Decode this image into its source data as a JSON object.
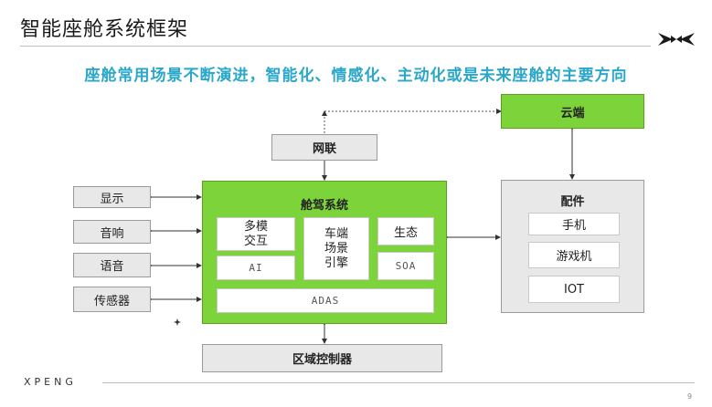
{
  "header": {
    "title": "智能座舱系统框架",
    "subtitle": "座舱常用场景不断演进，智能化、情感化、主动化或是未来座舱的主要方向"
  },
  "diagram": {
    "cloud": "云端",
    "network": "网联",
    "cockpit": {
      "title": "舱驾系统",
      "multimodal": "多模\n交互",
      "ai": "AI",
      "scene_engine": "车端\n场景\n引擎",
      "ecosystem": "生态",
      "soa": "SOA",
      "adas": "ADAS"
    },
    "left_modules": [
      "显示",
      "音响",
      "语音",
      "传感器"
    ],
    "accessories": {
      "title": "配件",
      "items": [
        "手机",
        "游戏机",
        "IOT"
      ]
    },
    "zone_controller": "区域控制器"
  },
  "footer": {
    "brand": "XPENG",
    "page": "9"
  },
  "colors": {
    "accent_green": "#7dd33a",
    "subtitle_blue": "#2aa7c9"
  }
}
